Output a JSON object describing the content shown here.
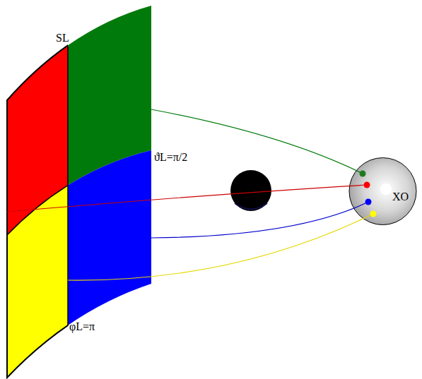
{
  "diagram": {
    "nodes": [
      {
        "text": [
          "XO"
        ]
      }
    ],
    "labels": [
      "SL",
      "ϑL=π/2",
      "φL=π"
    ]
  }
}
